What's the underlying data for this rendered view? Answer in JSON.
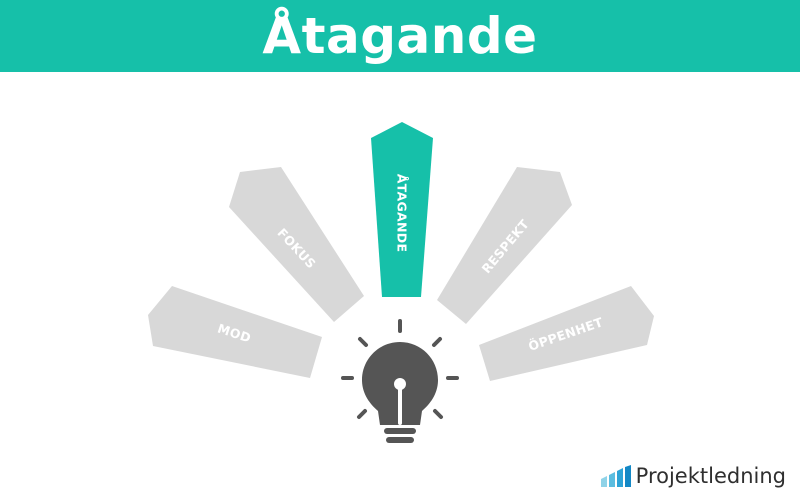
{
  "header": {
    "title": "Åtagande"
  },
  "rays": {
    "mod": "MOD",
    "fokus": "FOKUS",
    "atagande": "ÅTAGANDE",
    "respekt": "RESPEKT",
    "oppenhet": "ÖPPENHET"
  },
  "highlight_color": "#16c0a9",
  "inactive_color": "#d8d8d8",
  "icon": {
    "name": "lightbulb-icon",
    "color": "#555555"
  },
  "brand": {
    "name": "Projektledning",
    "logo": "bar-chart-logo-icon"
  }
}
